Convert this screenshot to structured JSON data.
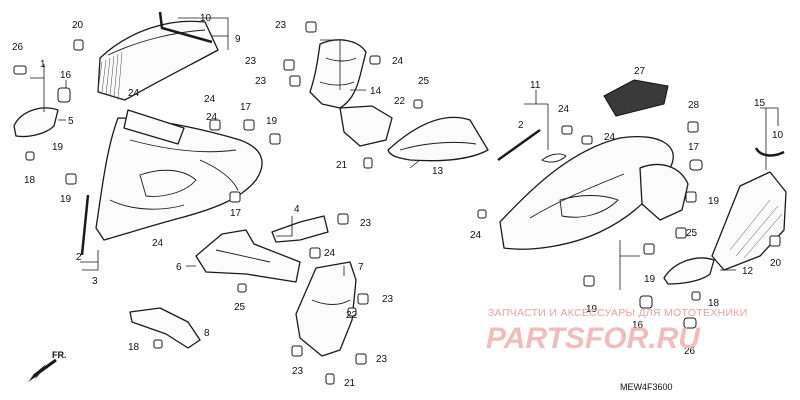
{
  "diagram": {
    "code": "MEW4F3600",
    "front_label": "FR.",
    "callouts": [
      {
        "id": "c-10a",
        "text": "10"
      },
      {
        "id": "c-9",
        "text": "9"
      },
      {
        "id": "c-20a",
        "text": "20"
      },
      {
        "id": "c-26a",
        "text": "26"
      },
      {
        "id": "c-1",
        "text": "1"
      },
      {
        "id": "c-16a",
        "text": "16"
      },
      {
        "id": "c-5",
        "text": "5"
      },
      {
        "id": "c-19a",
        "text": "19"
      },
      {
        "id": "c-18a",
        "text": "18"
      },
      {
        "id": "c-19b",
        "text": "19"
      },
      {
        "id": "c-2a",
        "text": "2"
      },
      {
        "id": "c-3",
        "text": "3"
      },
      {
        "id": "c-24a",
        "text": "24"
      },
      {
        "id": "c-24b",
        "text": "24"
      },
      {
        "id": "c-24c",
        "text": "24"
      },
      {
        "id": "c-17a",
        "text": "17"
      },
      {
        "id": "c-19c",
        "text": "19"
      },
      {
        "id": "c-17b",
        "text": "17"
      },
      {
        "id": "c-24d",
        "text": "24"
      },
      {
        "id": "c-23a",
        "text": "23"
      },
      {
        "id": "c-23b",
        "text": "23"
      },
      {
        "id": "c-23c",
        "text": "23"
      },
      {
        "id": "c-24e",
        "text": "24"
      },
      {
        "id": "c-14",
        "text": "14"
      },
      {
        "id": "c-22a",
        "text": "22"
      },
      {
        "id": "c-25a",
        "text": "25"
      },
      {
        "id": "c-13",
        "text": "13"
      },
      {
        "id": "c-21a",
        "text": "21"
      },
      {
        "id": "c-4",
        "text": "4"
      },
      {
        "id": "c-23d",
        "text": "23"
      },
      {
        "id": "c-6",
        "text": "6"
      },
      {
        "id": "c-24f",
        "text": "24"
      },
      {
        "id": "c-25b",
        "text": "25"
      },
      {
        "id": "c-7",
        "text": "7"
      },
      {
        "id": "c-23e",
        "text": "23"
      },
      {
        "id": "c-22b",
        "text": "22"
      },
      {
        "id": "c-23f",
        "text": "23"
      },
      {
        "id": "c-23g",
        "text": "23"
      },
      {
        "id": "c-21b",
        "text": "21"
      },
      {
        "id": "c-8",
        "text": "8"
      },
      {
        "id": "c-18b",
        "text": "18"
      },
      {
        "id": "c-11",
        "text": "11"
      },
      {
        "id": "c-2b",
        "text": "2"
      },
      {
        "id": "c-24g",
        "text": "24"
      },
      {
        "id": "c-24h",
        "text": "24"
      },
      {
        "id": "c-24i",
        "text": "24"
      },
      {
        "id": "c-27",
        "text": "27"
      },
      {
        "id": "c-28",
        "text": "28"
      },
      {
        "id": "c-17c",
        "text": "17"
      },
      {
        "id": "c-19d",
        "text": "19"
      },
      {
        "id": "c-15",
        "text": "15"
      },
      {
        "id": "c-10b",
        "text": "10"
      },
      {
        "id": "c-25c",
        "text": "25"
      },
      {
        "id": "c-20b",
        "text": "20"
      },
      {
        "id": "c-12",
        "text": "12"
      },
      {
        "id": "c-19e",
        "text": "19"
      },
      {
        "id": "c-19f",
        "text": "19"
      },
      {
        "id": "c-18c",
        "text": "18"
      },
      {
        "id": "c-16b",
        "text": "16"
      },
      {
        "id": "c-26b",
        "text": "26"
      }
    ]
  },
  "watermark": {
    "caption": "ЗАПЧАСТИ И АКСЕССУАРЫ ДЛЯ МОТОТЕХНИКИ",
    "brand": "PARTSFOR.RU",
    "color": "#e7a2a2"
  }
}
